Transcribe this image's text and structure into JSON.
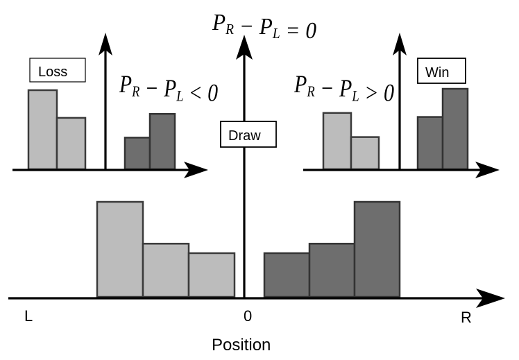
{
  "colors": {
    "left_bar_fill": "#bcbcbc",
    "right_bar_fill": "#6e6e6e",
    "bar_stroke": "#333333",
    "axis": "#000000",
    "background": "#ffffff"
  },
  "labels": {
    "equation_top": "P_R − P_L = 0",
    "equation_left": "P_R − P_L < 0",
    "equation_right": "P_R − P_L > 0",
    "loss": "Loss",
    "win": "Win",
    "draw": "Draw",
    "x_left": "L",
    "x_center": "0",
    "x_right": "R",
    "x_title": "Position"
  },
  "main_histogram": {
    "left_bars": [
      1.0,
      0.56,
      0.46
    ],
    "right_bars": [
      0.46,
      0.56,
      1.0
    ]
  },
  "loss_histogram": {
    "left_bars": [
      1.0,
      0.65
    ],
    "right_bars": [
      0.4,
      0.7
    ]
  },
  "win_histogram": {
    "left_bars": [
      0.7,
      0.4
    ],
    "right_bars": [
      0.65,
      1.0
    ]
  }
}
